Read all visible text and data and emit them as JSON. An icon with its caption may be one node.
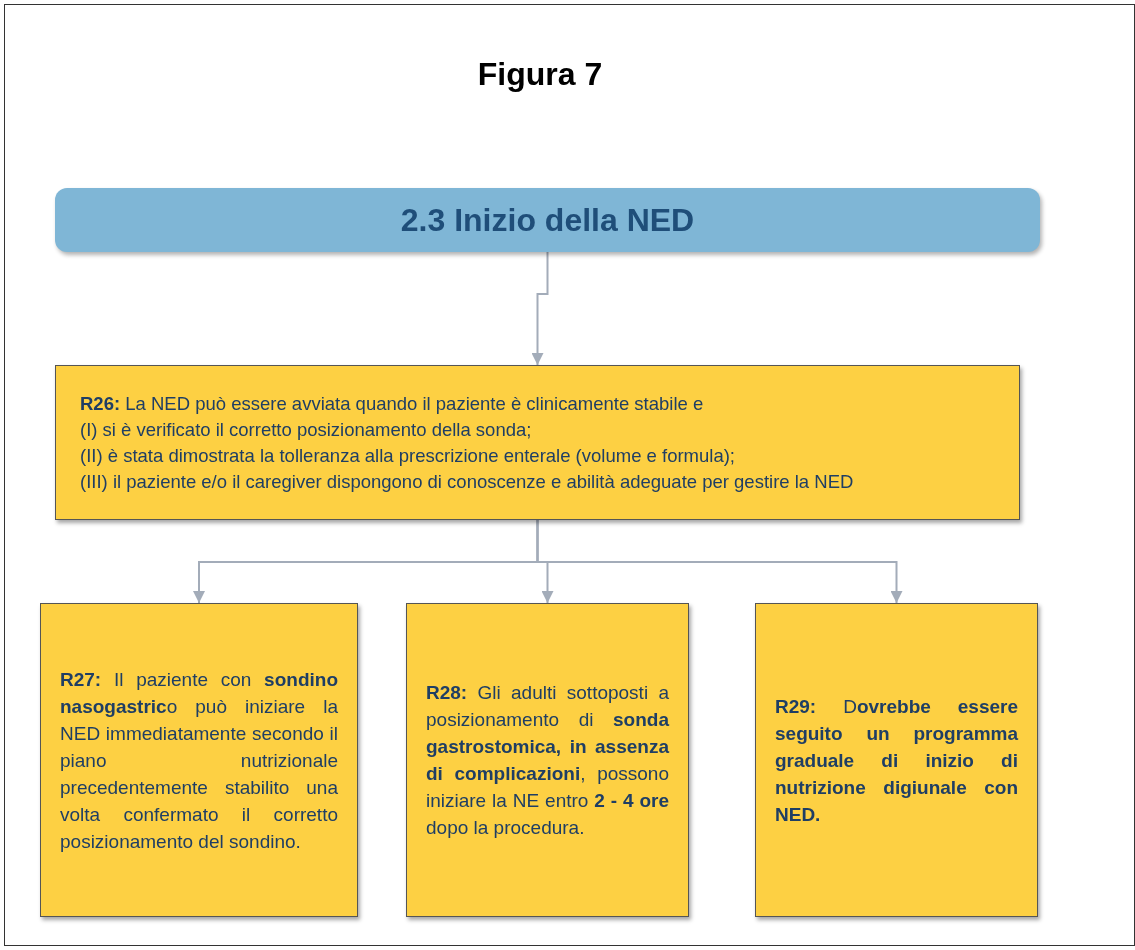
{
  "diagram": {
    "title": "Figura 7",
    "nodes": [
      {
        "text": [
          "2.3 Inizio della NED"
        ]
      },
      {
        "text": [
          "**R26:** La NED può essere avviata quando il paziente è clinicamente stabile e",
          "(I) si è verificato il corretto posizionamento della sonda;",
          "(II) è stata dimostrata la tolleranza alla prescrizione enterale (volume e formula);",
          "(III) il paziente e/o il caregiver dispongono di conoscenze e abilità adeguate per gestire la NED"
        ]
      },
      {
        "text": [
          "**R27:** Il paziente con **sondino nasogastric**o può iniziare la NED immediatamente secondo il piano nutrizionale precedentemente stabilito una volta confermato il corretto posizionamento del sondino."
        ]
      },
      {
        "text": [
          "**R28:** Gli adulti sottoposti a posizionamento di **sonda gastrostomica, in assenza di complicazioni**, possono iniziare la NE entro **2 - 4 ore** dopo la procedura."
        ]
      },
      {
        "text": [
          "**R29:** D**ovrebbe essere seguito un programma graduale di inizio di nutrizione digiunale con NED.**"
        ]
      }
    ],
    "edges": [
      {
        "from": 0,
        "to": 1,
        "arrow": "to"
      },
      {
        "from": 1,
        "to": 2,
        "arrow": "to"
      },
      {
        "from": 1,
        "to": 3,
        "arrow": "to"
      },
      {
        "from": 1,
        "to": 4,
        "arrow": "to"
      }
    ]
  }
}
